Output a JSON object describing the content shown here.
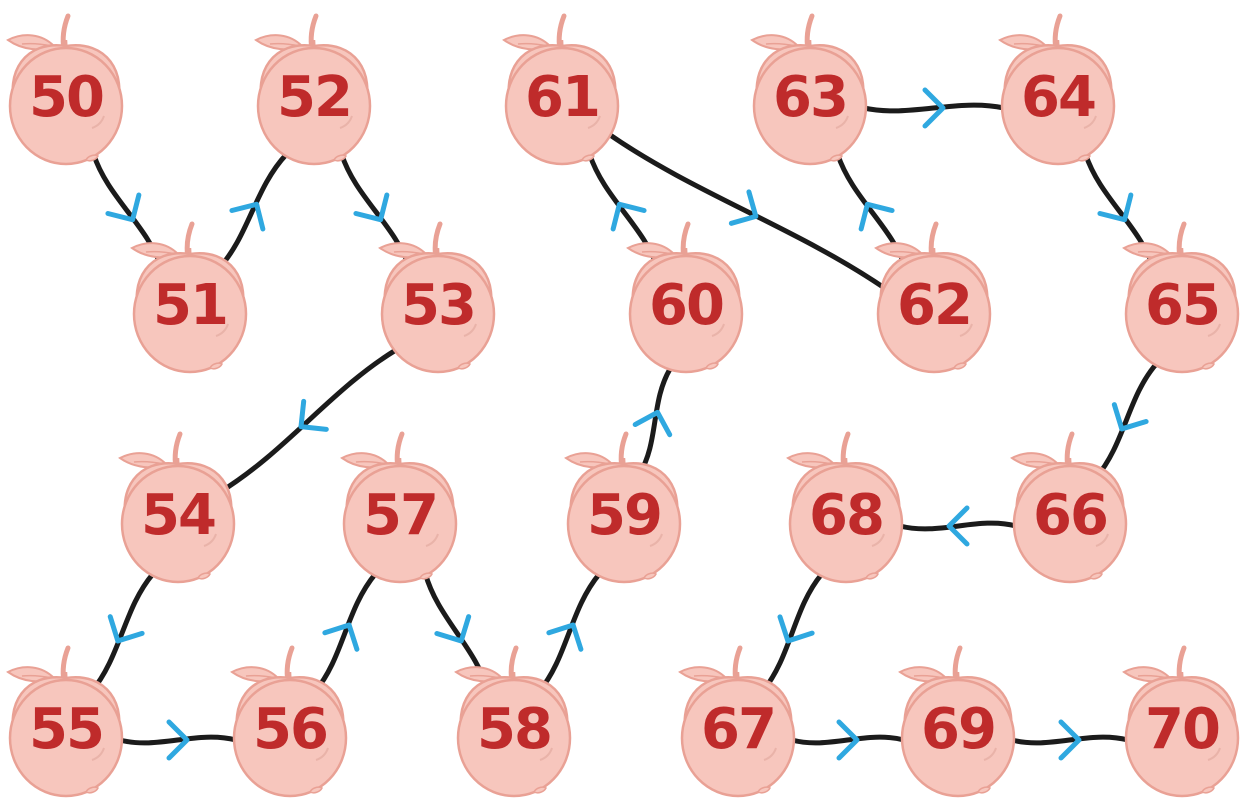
{
  "apples": [
    {
      "id": "50"
    },
    {
      "id": "51"
    },
    {
      "id": "52"
    },
    {
      "id": "53"
    },
    {
      "id": "54"
    },
    {
      "id": "55"
    },
    {
      "id": "56"
    },
    {
      "id": "57"
    },
    {
      "id": "58"
    },
    {
      "id": "59"
    },
    {
      "id": "60"
    },
    {
      "id": "61"
    },
    {
      "id": "62"
    },
    {
      "id": "63"
    },
    {
      "id": "64"
    },
    {
      "id": "65"
    },
    {
      "id": "66"
    },
    {
      "id": "67"
    },
    {
      "id": "68"
    },
    {
      "id": "69"
    },
    {
      "id": "70"
    }
  ],
  "links": [
    {
      "from": "50",
      "to": "51"
    },
    {
      "from": "51",
      "to": "52"
    },
    {
      "from": "52",
      "to": "53"
    },
    {
      "from": "53",
      "to": "54"
    },
    {
      "from": "54",
      "to": "55"
    },
    {
      "from": "55",
      "to": "56"
    },
    {
      "from": "56",
      "to": "57"
    },
    {
      "from": "57",
      "to": "58"
    },
    {
      "from": "58",
      "to": "59"
    },
    {
      "from": "59",
      "to": "60"
    },
    {
      "from": "60",
      "to": "61"
    },
    {
      "from": "61",
      "to": "62"
    },
    {
      "from": "62",
      "to": "63"
    },
    {
      "from": "63",
      "to": "64"
    },
    {
      "from": "64",
      "to": "65"
    },
    {
      "from": "65",
      "to": "66"
    },
    {
      "from": "66",
      "to": "68"
    },
    {
      "from": "68",
      "to": "67"
    },
    {
      "from": "67",
      "to": "69"
    },
    {
      "from": "69",
      "to": "70"
    }
  ],
  "colors": {
    "apple_fill": "#f7c6bd",
    "apple_outline": "#e9a195",
    "number": "#bf2b2b",
    "path_line": "#1b1b1b",
    "arrow": "#2fa8e0"
  }
}
